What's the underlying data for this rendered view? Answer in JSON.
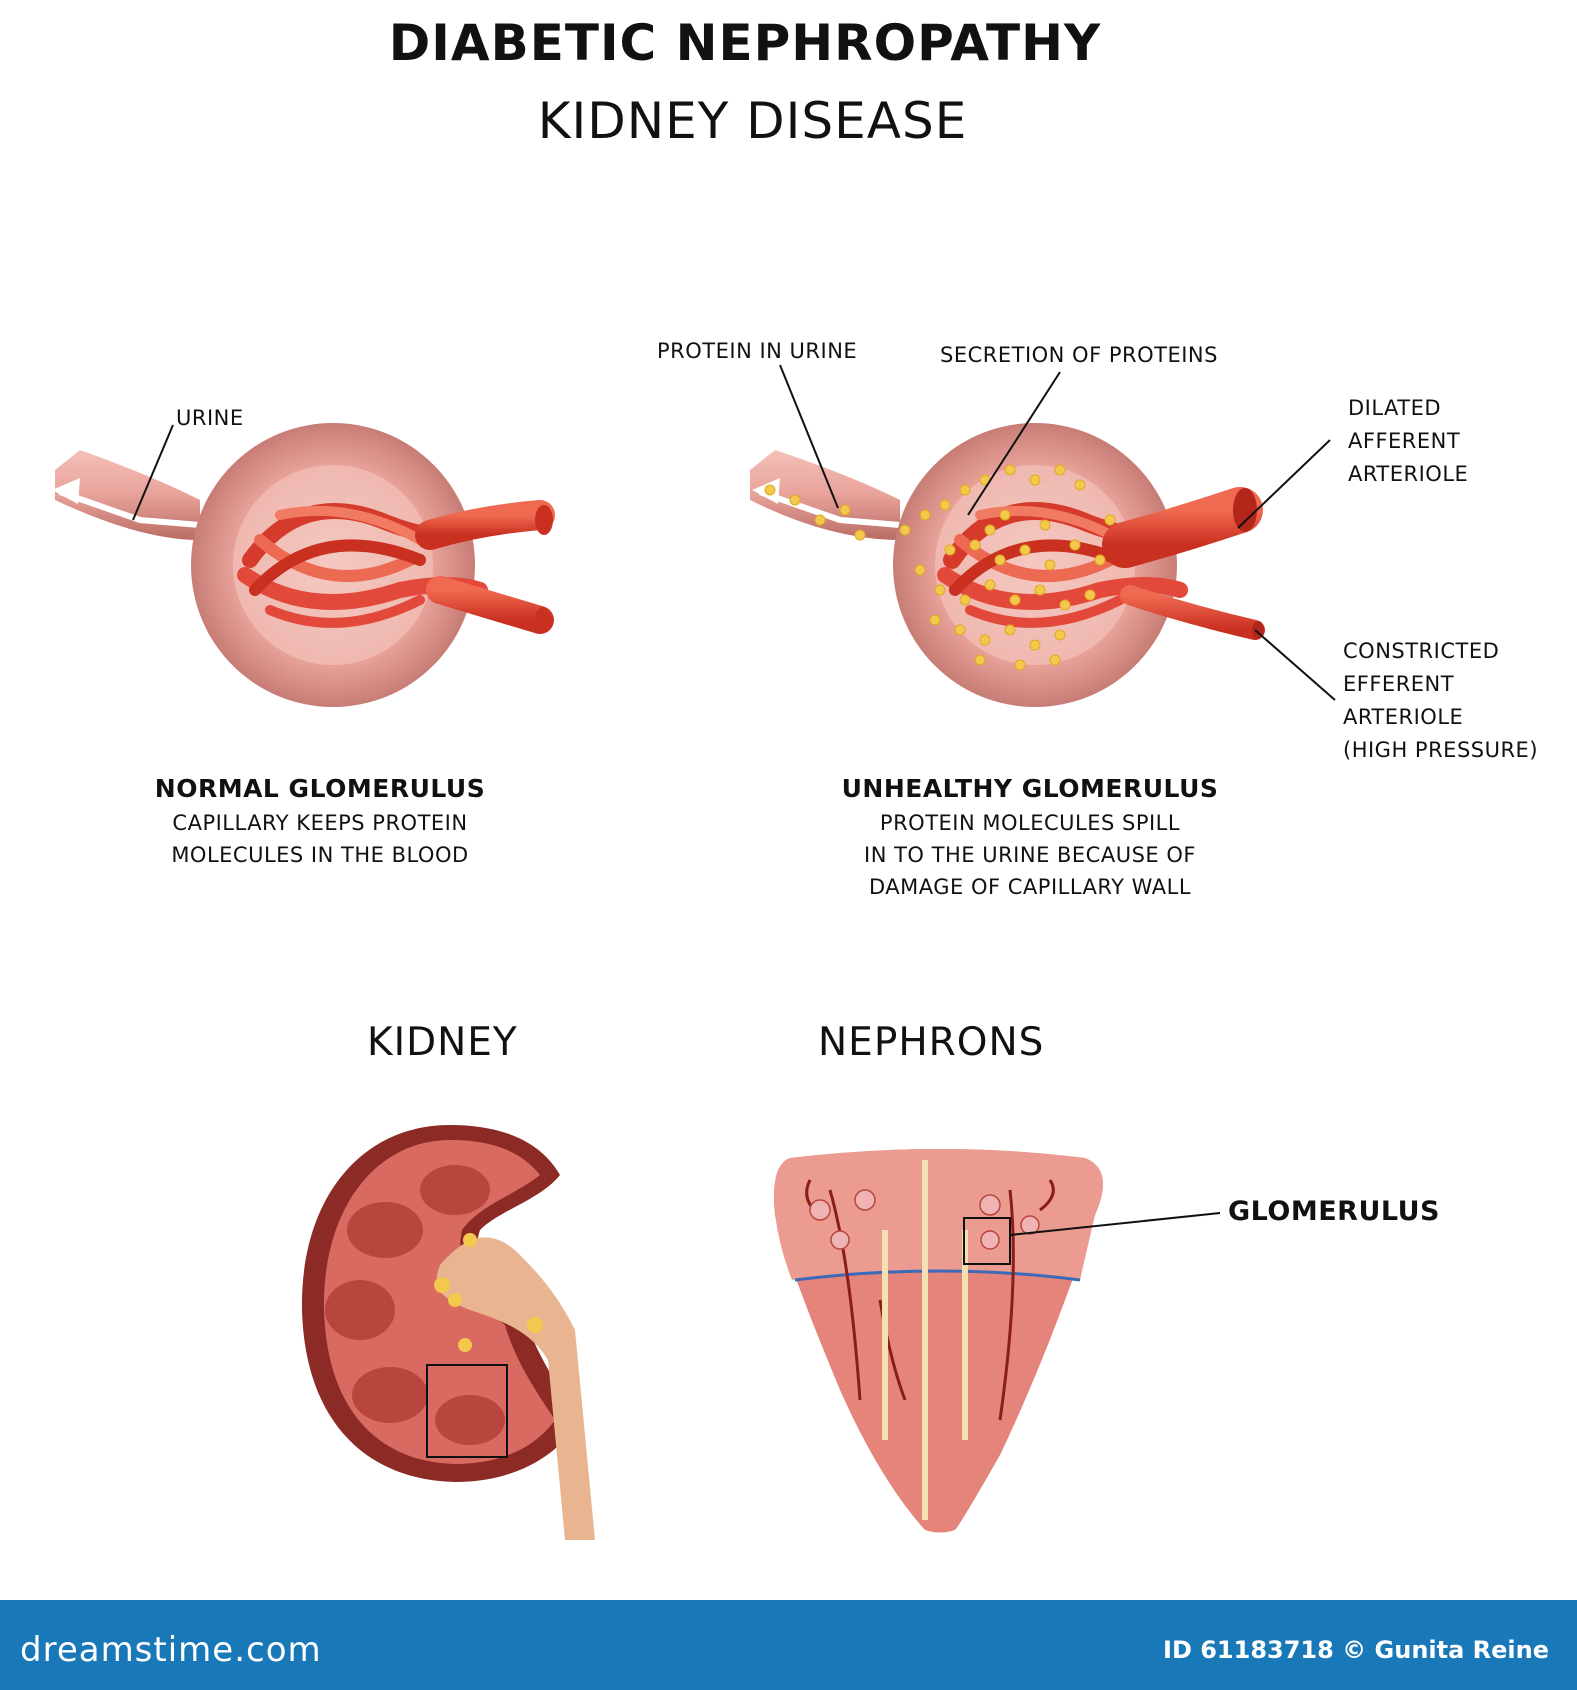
{
  "title": "DIABETIC NEPHROPATHY",
  "subtitle": "KIDNEY DISEASE",
  "labels": {
    "urine": "URINE",
    "protein_in_urine": "PROTEIN IN URINE",
    "secretion_of_proteins": "SECRETION OF PROTEINS",
    "dilated_afferent": [
      "DILATED",
      "AFFERENT",
      "ARTERIOLE"
    ],
    "constricted_efferent": [
      "CONSTRICTED",
      "EFFERENT",
      "ARTERIOLE",
      "(HIGH PRESSURE)"
    ],
    "glomerulus": "GLOMERULUS"
  },
  "normal": {
    "title": "NORMAL GLOMERULUS",
    "lines": [
      "CAPILLARY KEEPS PROTEIN",
      "MOLECULES IN THE BLOOD"
    ]
  },
  "unhealthy": {
    "title": "UNHEALTHY GLOMERULUS",
    "lines": [
      "PROTEIN MOLECULES SPILL",
      "IN TO THE URINE BECAUSE OF",
      "DAMAGE OF CAPILLARY WALL"
    ]
  },
  "sections": {
    "kidney": "KIDNEY",
    "nephrons": "NEPHRONS"
  },
  "footer": {
    "logo": "dreamstime.com",
    "credit": "ID 61183718 © Gunita Reine"
  },
  "colors": {
    "footer_bg": "#1978b8",
    "capsule": "#e8a29a",
    "capillary": "#e2493a",
    "protein_dot": "#f2c94c"
  }
}
